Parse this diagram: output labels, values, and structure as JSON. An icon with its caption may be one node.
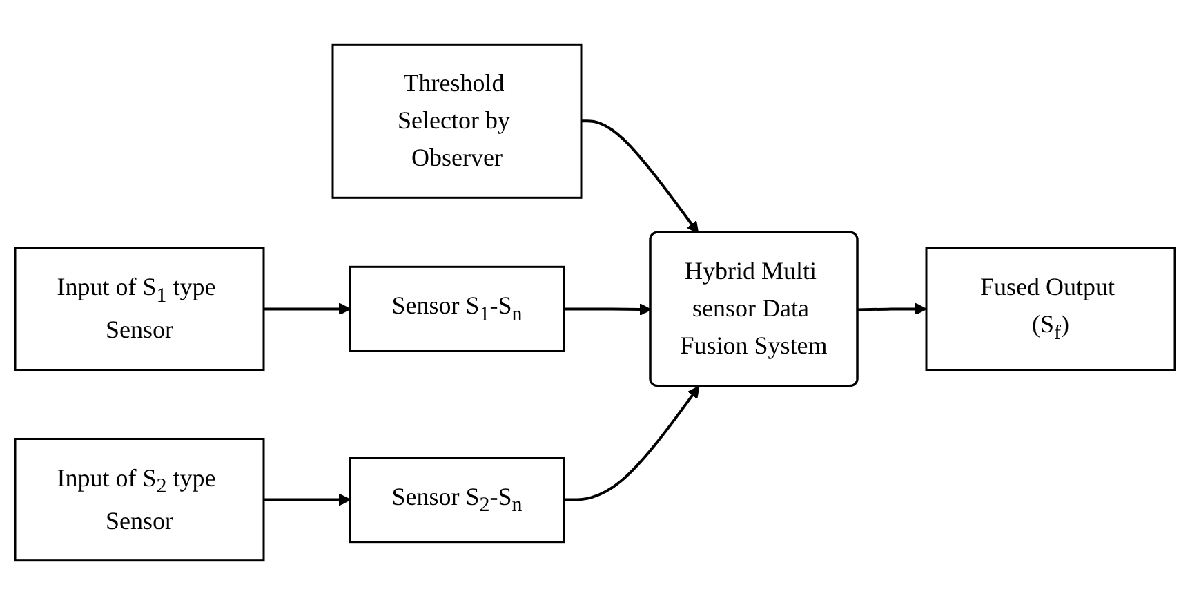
{
  "diagram": {
    "nodes": [
      {
        "text": [
          "Threshold Selector by Observer"
        ]
      },
      {
        "text": [
          "Input of S$_{1}$ type Sensor"
        ]
      },
      {
        "text": [
          "Sensor S$_{1}$-S$_{n}$"
        ]
      },
      {
        "text": [
          "Hybrid Multi sensor Data Fusion System"
        ]
      },
      {
        "text": [
          "Fused Output (S$_{f}$)"
        ]
      },
      {
        "text": [
          "Input of S$_{2}$ type Sensor"
        ]
      },
      {
        "text": [
          "Sensor S$_{2}$-S$_{n}$"
        ]
      }
    ],
    "edges": [
      {
        "from": 0,
        "to": 3,
        "arrow": "to"
      },
      {
        "from": 1,
        "to": 2,
        "arrow": "to"
      },
      {
        "from": 2,
        "to": 3,
        "arrow": "to"
      },
      {
        "from": 3,
        "to": 4,
        "arrow": "to"
      },
      {
        "from": 5,
        "to": 6,
        "arrow": "to"
      },
      {
        "from": 6,
        "to": 3,
        "arrow": "to"
      }
    ]
  }
}
